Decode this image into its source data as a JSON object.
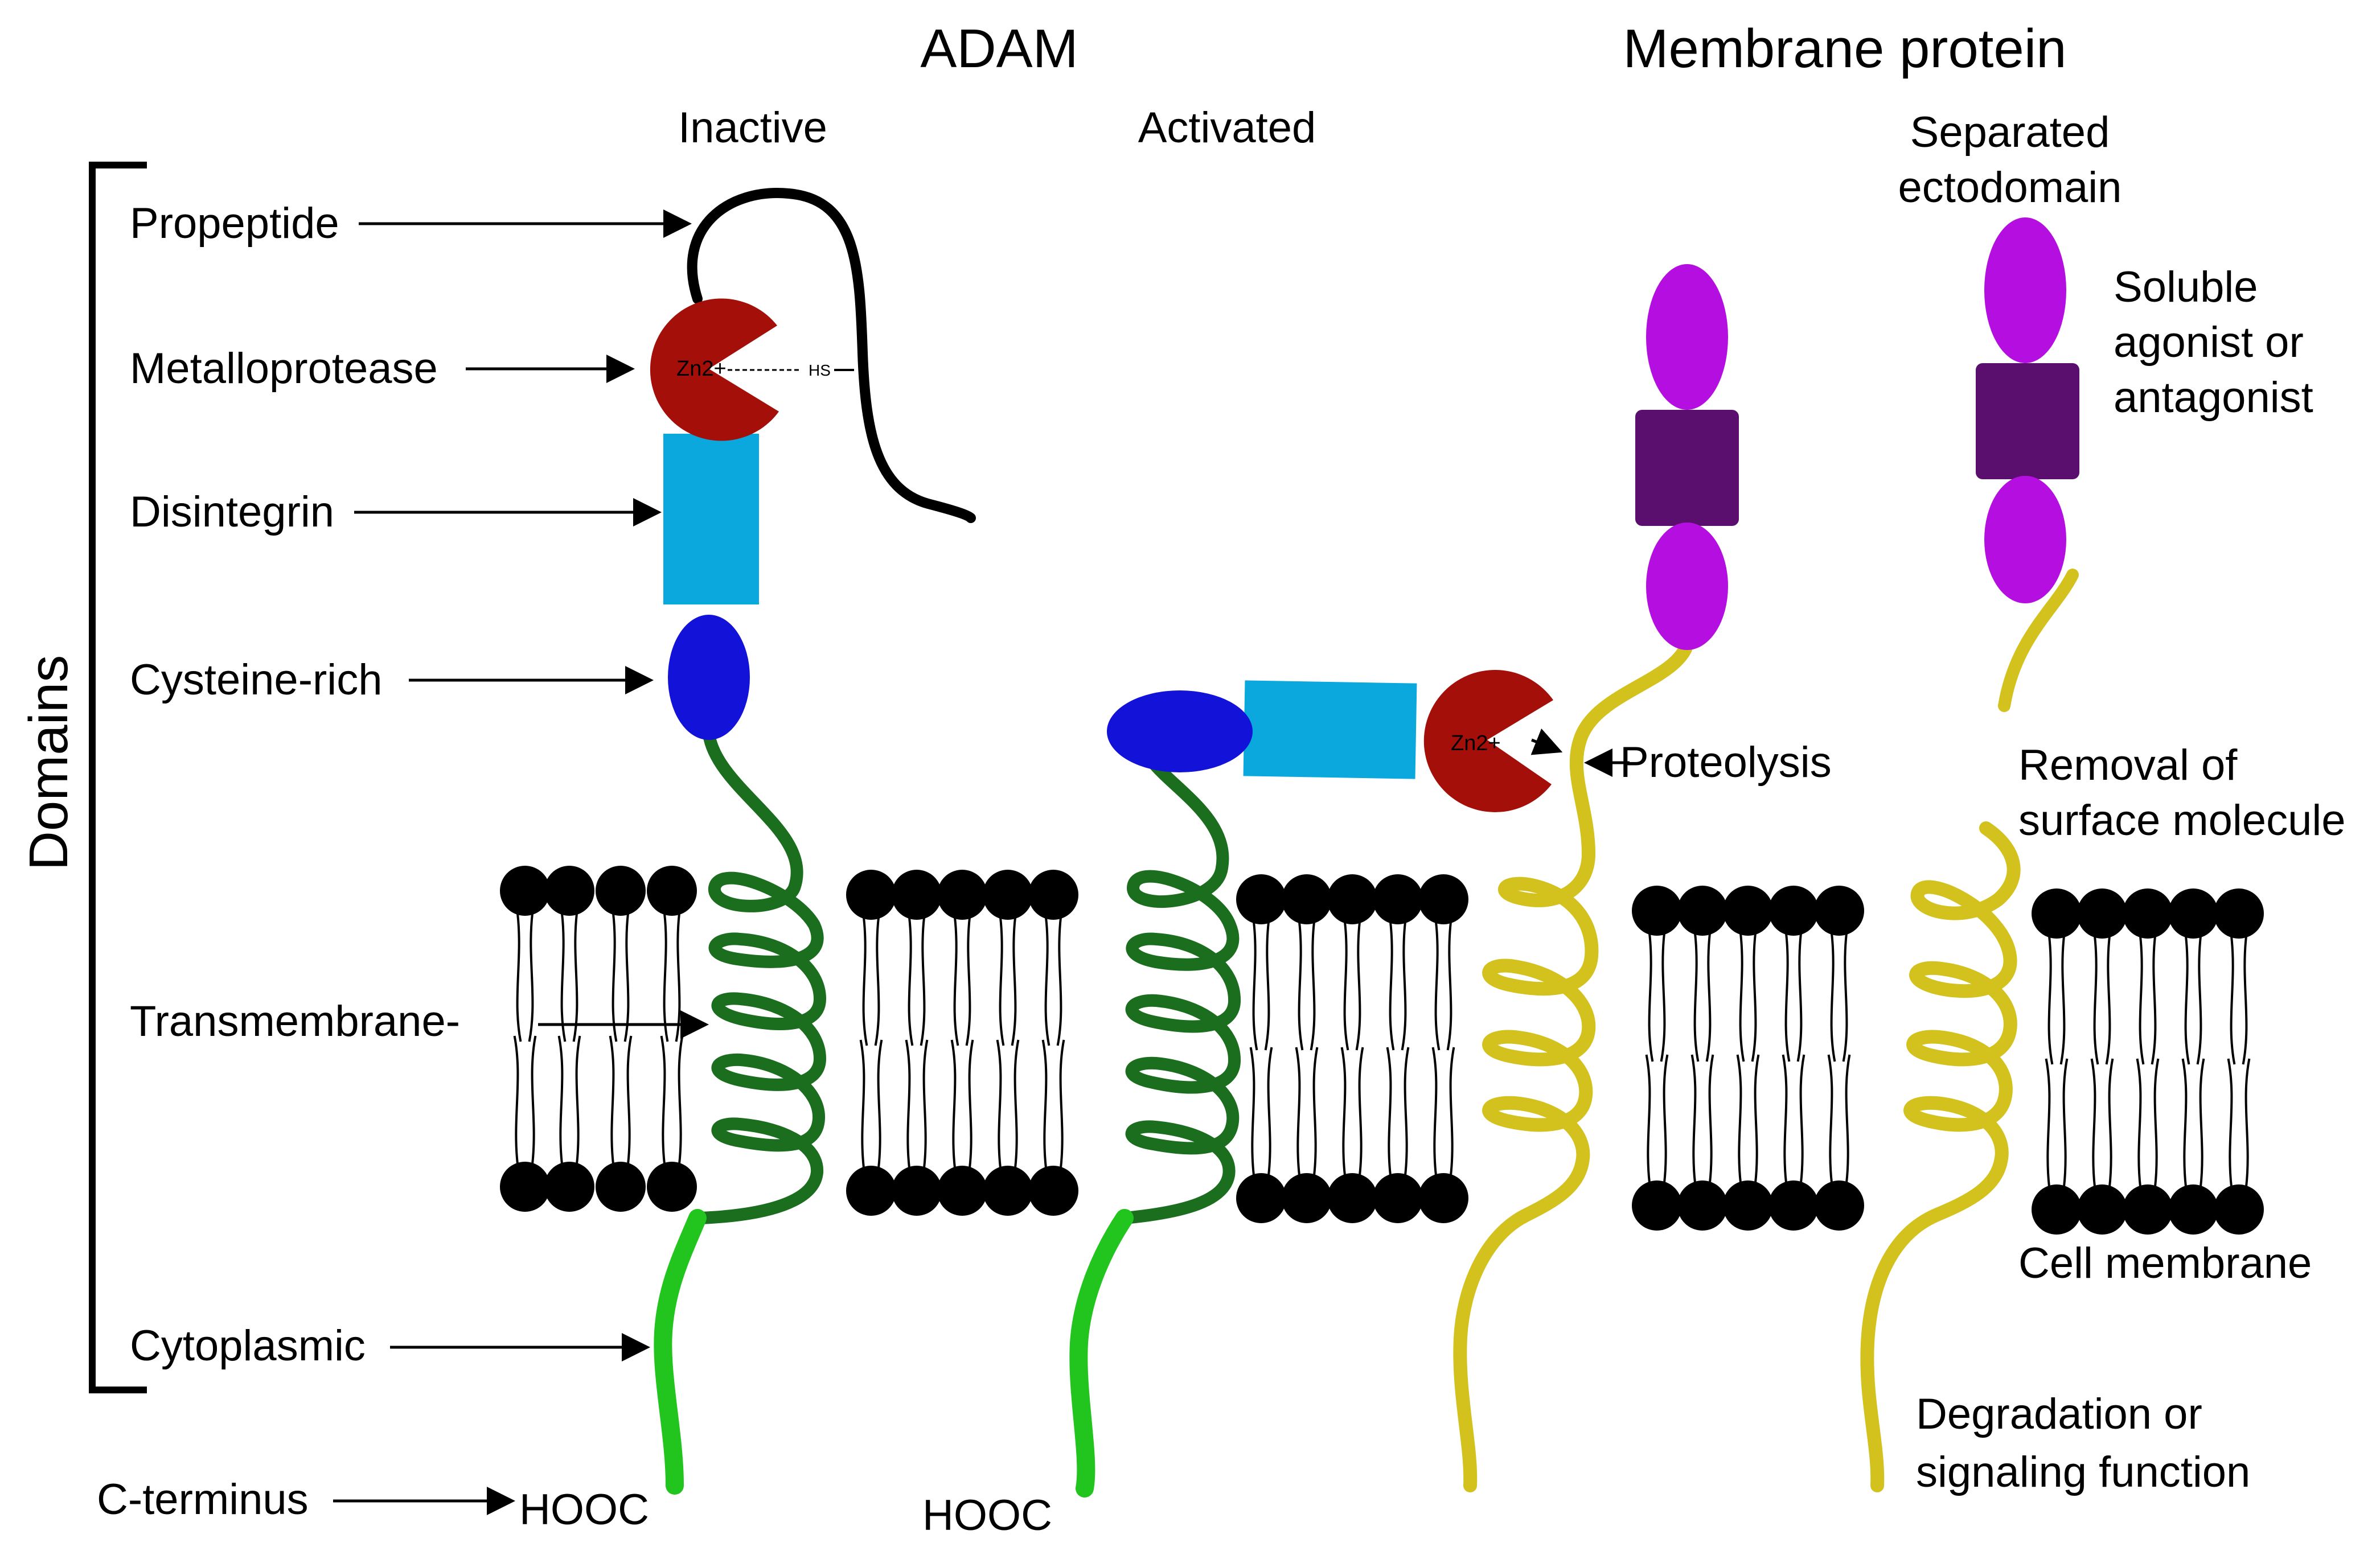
{
  "headers": {
    "adam": "ADAM",
    "membrane_protein": "Membrane protein",
    "inactive": "Inactive",
    "activated": "Activated",
    "separated_line1": "Separated",
    "separated_line2": "ectodomain"
  },
  "bracket_label": "Domains",
  "domains": {
    "propeptide": "Propeptide",
    "metalloprotease": "Metalloprotease",
    "disintegrin": "Disintegrin",
    "cysteine_rich": "Cysteine-rich",
    "transmembrane": "Transmembrane-",
    "cytoplasmic": "Cytoplasmic",
    "c_terminus": "C-terminus"
  },
  "annotations": {
    "hooc_inactive": "HOOC",
    "hooc_activated": "HOOC",
    "zn_inactive": "Zn2+",
    "zn_activated": "Zn2+",
    "hs": "HS",
    "proteolysis": "Proteolysis",
    "soluble_line1": "Soluble",
    "soluble_line2": "agonist or",
    "soluble_line3": "antagonist",
    "removal_line1": "Removal of",
    "removal_line2": "surface molecule",
    "cell_membrane": "Cell membrane",
    "degradation_line1": "Degradation or",
    "degradation_line2": "signaling function"
  },
  "colors": {
    "metalloprotease": "#a50f0a",
    "disintegrin": "#0aa8dc",
    "cysteine_rich": "#1212d8",
    "adam_helix": "#1a6e1e",
    "cytoplasmic_tail": "#22c41e",
    "membrane_protein": "#d3c21e",
    "ectodomain_oval": "#b40fe0",
    "ectodomain_box": "#5a0f6e",
    "lipid": "#000000"
  }
}
